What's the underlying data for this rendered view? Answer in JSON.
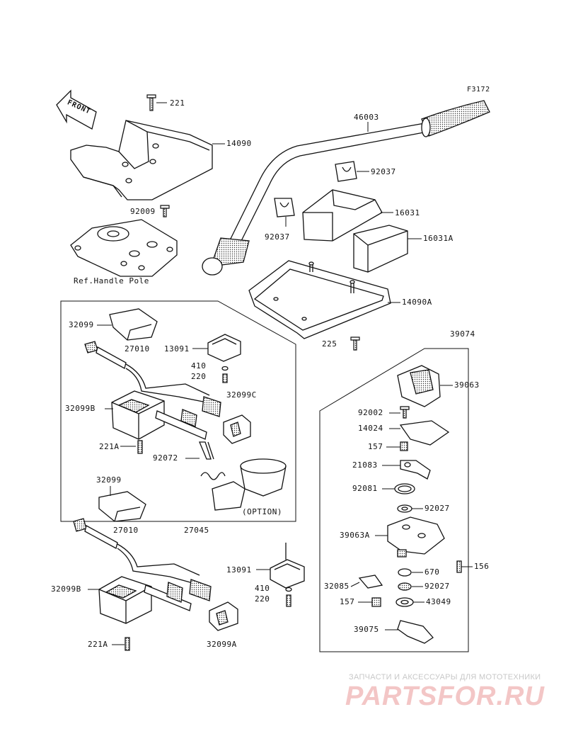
{
  "figure_code": "F3172",
  "front_label": "FRONT",
  "ref_note": "Ref.Handle Pole",
  "option_note": "(OPTION)",
  "parts": {
    "p221": "221",
    "p14090": "14090",
    "p92009": "92009",
    "p46003": "46003",
    "p92037a": "92037",
    "p92037b": "92037",
    "p16031": "16031",
    "p16031a": "16031A",
    "p14090a": "14090A",
    "p225": "225",
    "p39074": "39074",
    "p32099_top": "32099",
    "p27010_top": "27010",
    "p13091_top": "13091",
    "p410_top": "410",
    "p220_top": "220",
    "p32099c": "32099C",
    "p32099b_top": "32099B",
    "p221a_top": "221A",
    "p92072": "92072",
    "p32099_bot": "32099",
    "p27010_bot": "27010",
    "p27045": "27045",
    "p13091_bot": "13091",
    "p410_bot": "410",
    "p220_bot": "220",
    "p32099b_bot": "32099B",
    "p221a_bot": "221A",
    "p32099a": "32099A",
    "p39063": "39063",
    "p92002": "92002",
    "p14024": "14024",
    "p157_top": "157",
    "p21083": "21083",
    "p92081": "92081",
    "p92027_top": "92027",
    "p39063a": "39063A",
    "p670": "670",
    "p156": "156",
    "p32085": "32085",
    "p92027_bot": "92027",
    "p157_bot": "157",
    "p43049": "43049",
    "p39075": "39075"
  },
  "watermark": {
    "line1": "ЗАПЧАСТИ И АКСЕССУАРЫ ДЛЯ МОТОТЕХНИКИ",
    "line2": "PARTSFOR.RU"
  },
  "colors": {
    "line": "#111111",
    "part_fill": "#ffffff",
    "shade": "#555555",
    "watermark_text": "#c8c8c8",
    "watermark_logo": "#f3c6c6"
  }
}
